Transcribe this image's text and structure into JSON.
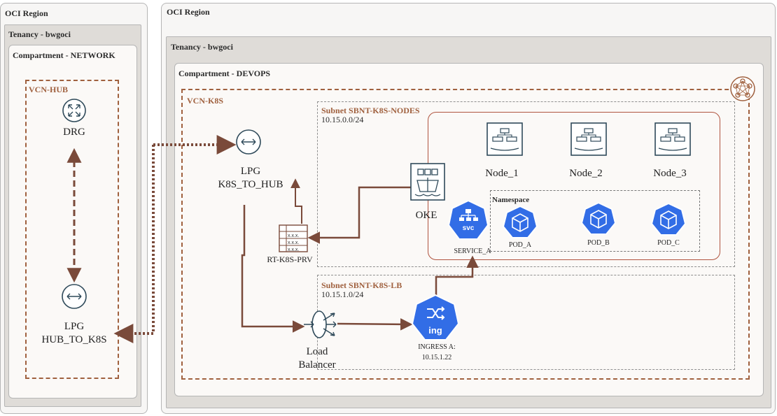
{
  "left": {
    "region": "OCI Region",
    "tenancy": "Tenancy - bwgoci",
    "compartment": "Compartment - NETWORK",
    "vcn": "VCN-HUB",
    "drg": "DRG",
    "lpg_line1": "LPG",
    "lpg_line2": "HUB_TO_K8S"
  },
  "right": {
    "region": "OCI Region",
    "tenancy": "Tenancy - bwgoci",
    "compartment": "Compartment - DEVOPS",
    "vcn": "VCN-K8S",
    "lpg_line1": "LPG",
    "lpg_line2": "K8S_TO_HUB",
    "route_table": "RT-K8S-PRV",
    "route_table_cells": [
      "x.x.x.",
      "x.x.x.",
      "x.x.x."
    ],
    "subnet_nodes": {
      "name": "Subnet SBNT-K8S-NODES",
      "cidr": "10.15.0.0/24"
    },
    "subnet_lb": {
      "name": "Subnet SBNT-K8S-LB",
      "cidr": "10.15.1.0/24"
    },
    "oke": "OKE",
    "nodes": [
      "Node_1",
      "Node_2",
      "Node_3"
    ],
    "namespace": "Namespace",
    "service": {
      "name": "SERVICE_A",
      "badge": "svc"
    },
    "pods": [
      "POD_A",
      "POD_B",
      "POD_C"
    ],
    "lb_line1": "Load",
    "lb_line2": "Balancer",
    "ingress": {
      "badge": "ing",
      "line1": "INGRESS A:",
      "line2": "10.15.1.22"
    }
  },
  "colors": {
    "vcn_border": "#a0613f",
    "connector": "#7a4a3a",
    "k8s_blue": "#326de6",
    "icon_dark": "#2f4a5a"
  }
}
